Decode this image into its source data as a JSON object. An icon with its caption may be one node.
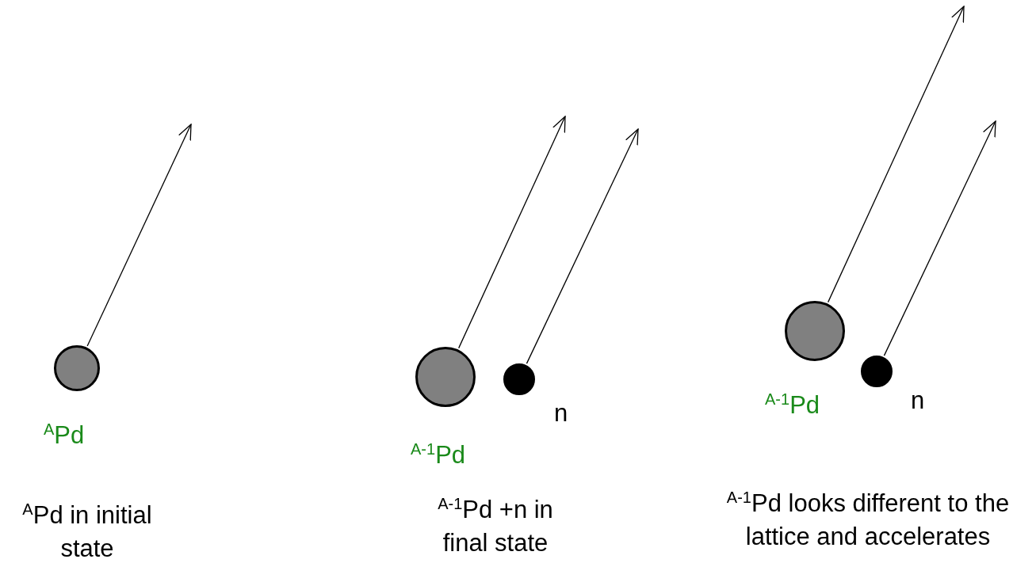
{
  "diagram": {
    "nodes": [
      {
        "text": [],
        "shape": "circle",
        "beside": [
          "$^{A}$Pd"
        ]
      },
      {
        "text": [],
        "shape": "circle",
        "beside": [
          "$^{A-1}$Pd"
        ]
      },
      {
        "text": [],
        "shape": "circle",
        "beside": [
          "n"
        ]
      },
      {
        "text": [],
        "shape": "circle",
        "beside": [
          "$^{A-1}$Pd"
        ]
      },
      {
        "text": [],
        "shape": "circle",
        "beside": [
          "n"
        ]
      }
    ],
    "edges": [
      {
        "from": 0,
        "to": null,
        "arrow": "to"
      },
      {
        "from": 1,
        "to": null,
        "arrow": "to"
      },
      {
        "from": 2,
        "to": null,
        "arrow": "to"
      },
      {
        "from": 3,
        "to": null,
        "arrow": "to"
      },
      {
        "from": 4,
        "to": null,
        "arrow": "to"
      }
    ],
    "labels": [
      "$^{A}$Pd in initial state",
      "$^{A-1}$Pd +n in final state",
      "$^{A-1}$Pd looks different to the lattice and accelerates"
    ]
  }
}
